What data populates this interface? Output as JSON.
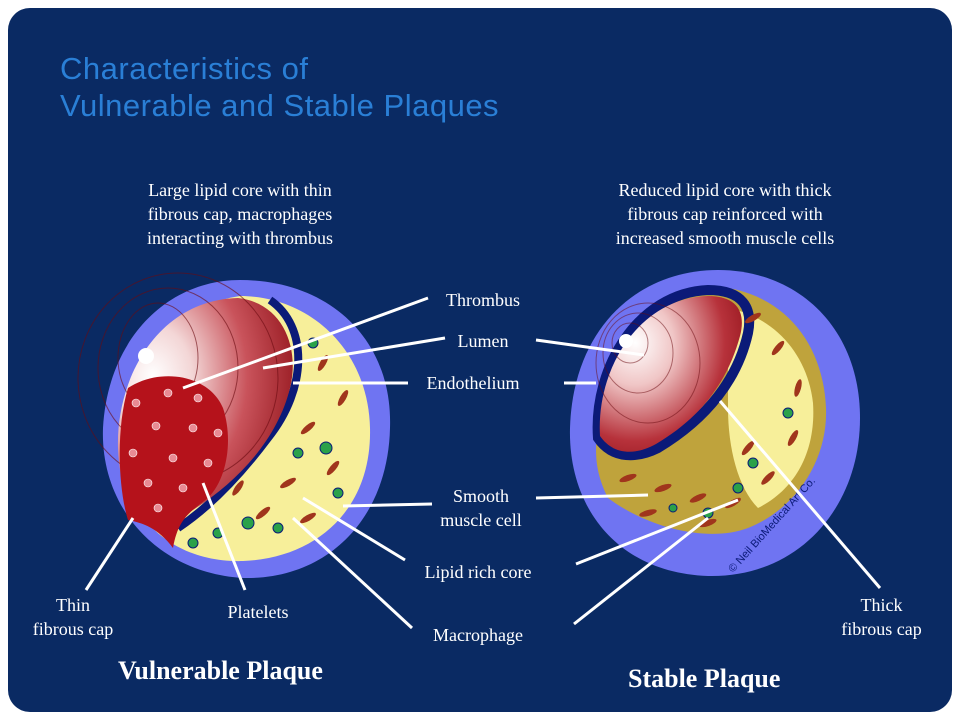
{
  "title": {
    "line1": "Characteristics of",
    "line2": "Vulnerable and Stable Plaques"
  },
  "vulnerable": {
    "caption": [
      "Large lipid core with thin",
      "fibrous cap, macrophages",
      "interacting with thrombus"
    ],
    "heading": "Vulnerable Plaque",
    "labels": {
      "thin_cap": [
        "Thin",
        "fibrous cap"
      ],
      "platelets": "Platelets"
    }
  },
  "stable": {
    "caption": [
      "Reduced lipid core with thick",
      "fibrous cap reinforced with",
      "increased smooth muscle cells"
    ],
    "heading": "Stable Plaque",
    "labels": {
      "thick_cap": [
        "Thick",
        "fibrous cap"
      ]
    }
  },
  "shared_labels": {
    "thrombus": "Thrombus",
    "lumen": "Lumen",
    "endothelium": "Endothelium",
    "smooth_muscle": [
      "Smooth",
      "muscle cell"
    ],
    "lipid_core": "Lipid rich core",
    "macrophage": "Macrophage"
  },
  "copyright": "© Neil BioMedical Art Co.",
  "colors": {
    "background": "#0a2a63",
    "title": "#2a7fd6",
    "vessel_wall": "#6f74f2",
    "lipid_core": "#f7ef9a",
    "thrombus": "#b5121b",
    "fibrous_cap": "#bfa33c"
  }
}
